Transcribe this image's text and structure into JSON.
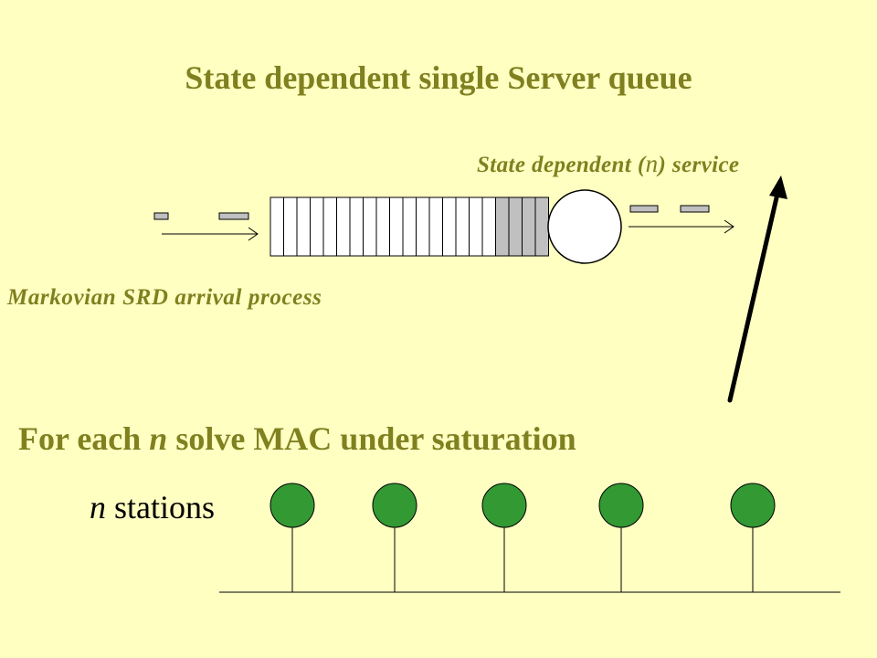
{
  "title": "State dependent single Server queue",
  "service_label": {
    "prefix": "State dependent (",
    "variable": "n",
    "suffix": ")  service"
  },
  "arrival_label": "Markovian SRD arrival process",
  "mac_label": {
    "prefix": "For each ",
    "variable": "n",
    "suffix": " solve MAC under saturation"
  },
  "stations_label": {
    "variable": "n",
    "suffix": " stations"
  },
  "colors": {
    "background": "#ffffc2",
    "text_olive": "#808020",
    "station_fill": "#339933",
    "queue_occupied": "#c0c0c0",
    "packet_fill": "#c0c0c0"
  },
  "queue": {
    "total_slots": 21,
    "occupied_slots": 4
  },
  "stations_count": 5
}
